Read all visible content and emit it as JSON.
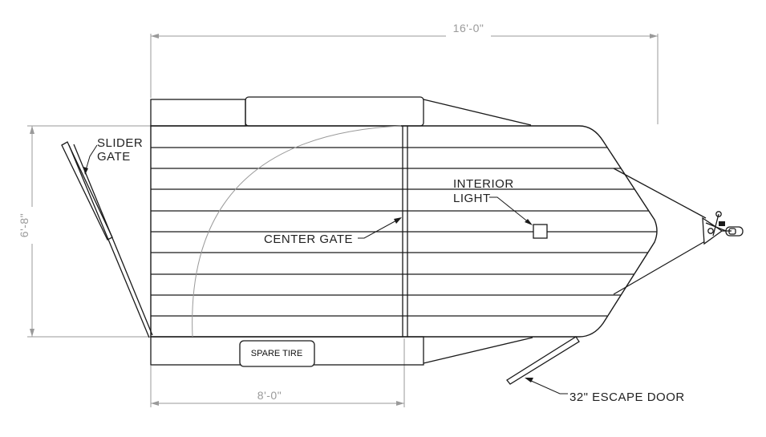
{
  "dimensions": {
    "overall_length": "16'-0\"",
    "width": "6'-8\"",
    "front_section_length": "8'-0\""
  },
  "callouts": {
    "slider_gate_line1": "SLIDER",
    "slider_gate_line2": "GATE",
    "interior_light_line1": "INTERIOR",
    "interior_light_line2": "LIGHT",
    "center_gate": "CENTER GATE",
    "escape_door": "32\" ESCAPE DOOR",
    "spare_tire": "SPARE TIRE"
  },
  "colors": {
    "outline": "#1a1a1a",
    "dimension": "#9a9a9a"
  }
}
